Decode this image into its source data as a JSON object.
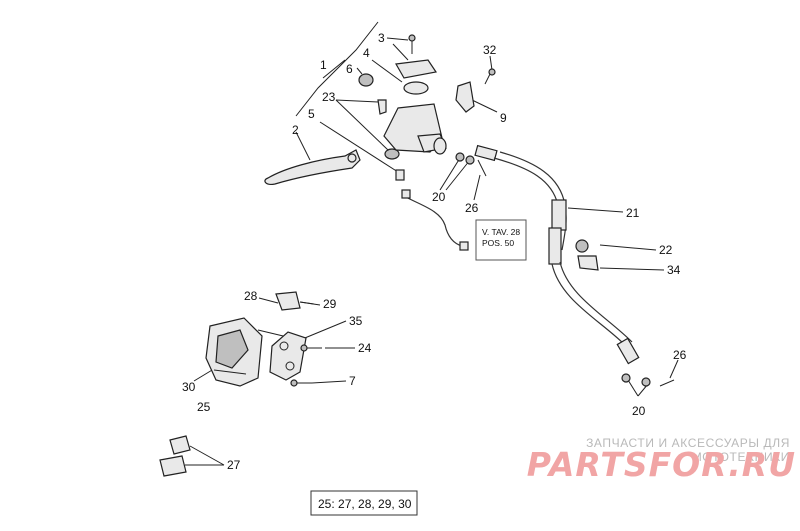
{
  "callouts": {
    "c1": "1",
    "c2": "2",
    "c3": "3",
    "c4": "4",
    "c5": "5",
    "c6": "6",
    "c7": "7",
    "c9": "9",
    "c20a": "20",
    "c20b": "20",
    "c21": "21",
    "c22": "22",
    "c23": "23",
    "c24": "24",
    "c25": "25",
    "c26a": "26",
    "c26b": "26",
    "c27": "27",
    "c28": "28",
    "c29": "29",
    "c30": "30",
    "c32": "32",
    "c34": "34",
    "c35": "35"
  },
  "reference_note": {
    "line1": "V. TAV. 28",
    "line2": "POS. 50"
  },
  "footer_note": "25: 27, 28, 29, 30",
  "watermark": {
    "tagline": "ЗАПЧАСТИ И АКСЕССУАРЫ ДЛЯ МОТОТЕХНИКИ",
    "brand": "PARTSFOR.RU"
  },
  "colors": {
    "line": "#222222",
    "watermark_red": "#f1a5a5",
    "watermark_gray": "#b9b9b9"
  }
}
